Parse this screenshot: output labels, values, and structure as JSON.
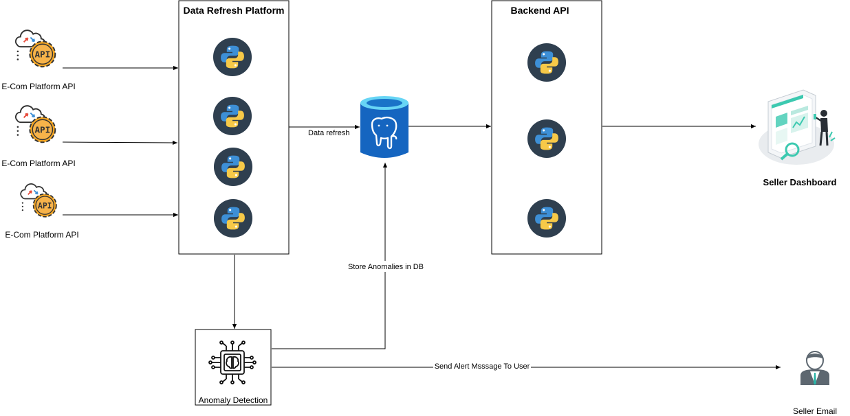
{
  "sources": [
    {
      "label": "E-Com  Platform API",
      "icon": "cloud-api-gear-icon"
    },
    {
      "label": "E-Com  Platform API",
      "icon": "cloud-api-gear-icon"
    },
    {
      "label": "E-Com  Platform API",
      "icon": "cloud-api-gear-icon"
    }
  ],
  "refresh_platform": {
    "title": "Data  Refresh Platform",
    "python_count": 4
  },
  "database": {
    "icon": "postgresql-database-icon"
  },
  "backend": {
    "title": "Backend API",
    "python_count": 3
  },
  "dashboard": {
    "label": "Seller Dashboard",
    "icon": "dashboard-analytics-icon"
  },
  "anomaly": {
    "label": "Anomaly Detection",
    "icon": "ai-brain-chip-icon"
  },
  "email": {
    "label": "Seller Email",
    "icon": "user-avatar-icon"
  },
  "edges": {
    "refresh_to_db": "Data refresh",
    "anomaly_to_db": "Store Anomalies in DB",
    "anomaly_to_email": "Send Alert Msssage To User"
  },
  "colors": {
    "python_circle": "#2f3f4f",
    "python_blue": "#3d8fd6",
    "python_yellow": "#f7c948",
    "gear": "#f5a623",
    "gear_dark": "#555555",
    "db_body": "#1565c0",
    "db_top": "#67d5f5",
    "dashboard_teal": "#3cc9b0",
    "avatar_gray": "#5d6770",
    "avatar_tie": "#2ab3a6"
  }
}
